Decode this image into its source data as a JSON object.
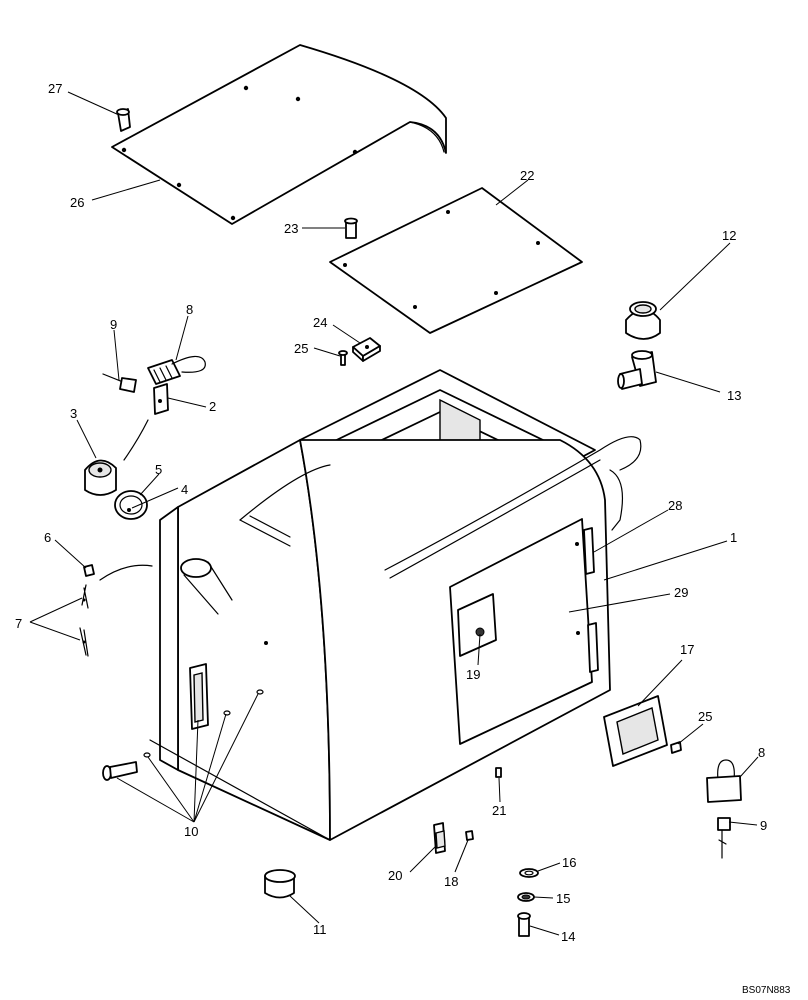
{
  "callouts": [
    {
      "text": "27"
    },
    {
      "text": "26"
    },
    {
      "text": "22"
    },
    {
      "text": "23"
    },
    {
      "text": "12"
    },
    {
      "text": "24"
    },
    {
      "text": "25"
    },
    {
      "text": "13"
    },
    {
      "text": "8"
    },
    {
      "text": "9"
    },
    {
      "text": "2"
    },
    {
      "text": "3"
    },
    {
      "text": "5"
    },
    {
      "text": "4"
    },
    {
      "text": "28"
    },
    {
      "text": "1"
    },
    {
      "text": "6"
    },
    {
      "text": "29"
    },
    {
      "text": "7"
    },
    {
      "text": "19"
    },
    {
      "text": "17"
    },
    {
      "text": "25"
    },
    {
      "text": "10"
    },
    {
      "text": "21"
    },
    {
      "text": "8"
    },
    {
      "text": "9"
    },
    {
      "text": "16"
    },
    {
      "text": "20"
    },
    {
      "text": "18"
    },
    {
      "text": "15"
    },
    {
      "text": "11"
    },
    {
      "text": "14"
    }
  ],
  "reference_code": "BS07N883"
}
